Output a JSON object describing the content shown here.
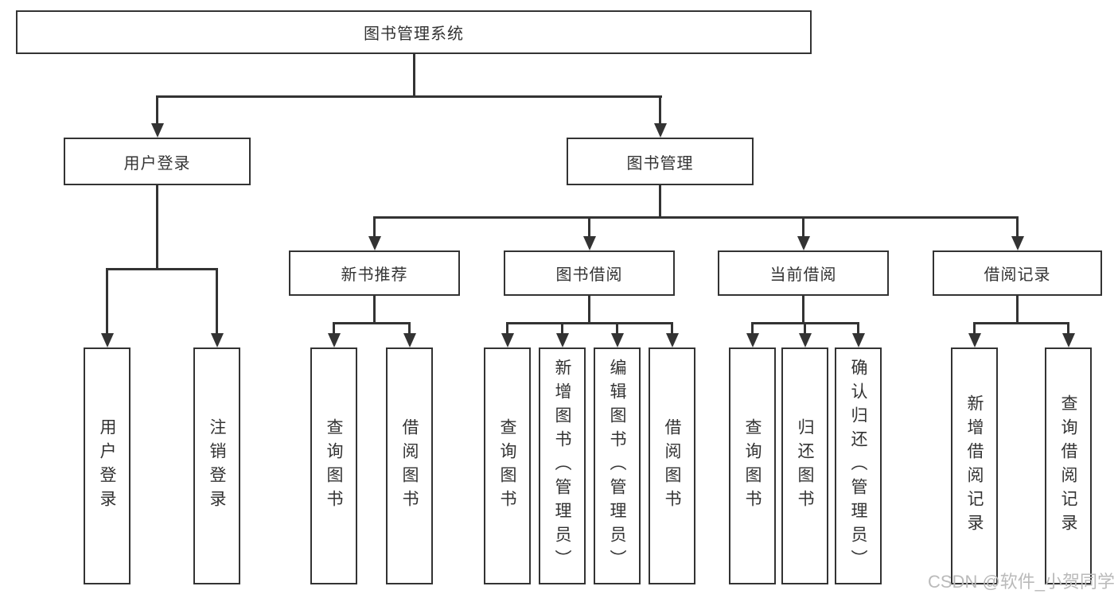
{
  "tree": {
    "label": "图书管理系统",
    "children": [
      {
        "label": "用户登录",
        "children": [
          {
            "label": "用户登录"
          },
          {
            "label": "注销登录"
          }
        ]
      },
      {
        "label": "图书管理",
        "children": [
          {
            "label": "新书推荐",
            "children": [
              {
                "label": "查询图书"
              },
              {
                "label": "借阅图书"
              }
            ]
          },
          {
            "label": "图书借阅",
            "children": [
              {
                "label": "查询图书"
              },
              {
                "label": "新增图书（管理员）"
              },
              {
                "label": "编辑图书（管理员）"
              },
              {
                "label": "借阅图书"
              }
            ]
          },
          {
            "label": "当前借阅",
            "children": [
              {
                "label": "查询图书"
              },
              {
                "label": "归还图书"
              },
              {
                "label": "确认归还（管理员）"
              }
            ]
          },
          {
            "label": "借阅记录",
            "children": [
              {
                "label": "新增借阅记录"
              },
              {
                "label": "查询借阅记录"
              }
            ]
          }
        ]
      }
    ]
  },
  "watermark": {
    "text": "CSDN @软件_小贺同学"
  },
  "colors": {
    "line": "#333333",
    "text": "#333333",
    "box_background": "#ffffff",
    "page_background": "#ffffff",
    "watermark": "#bababa"
  }
}
